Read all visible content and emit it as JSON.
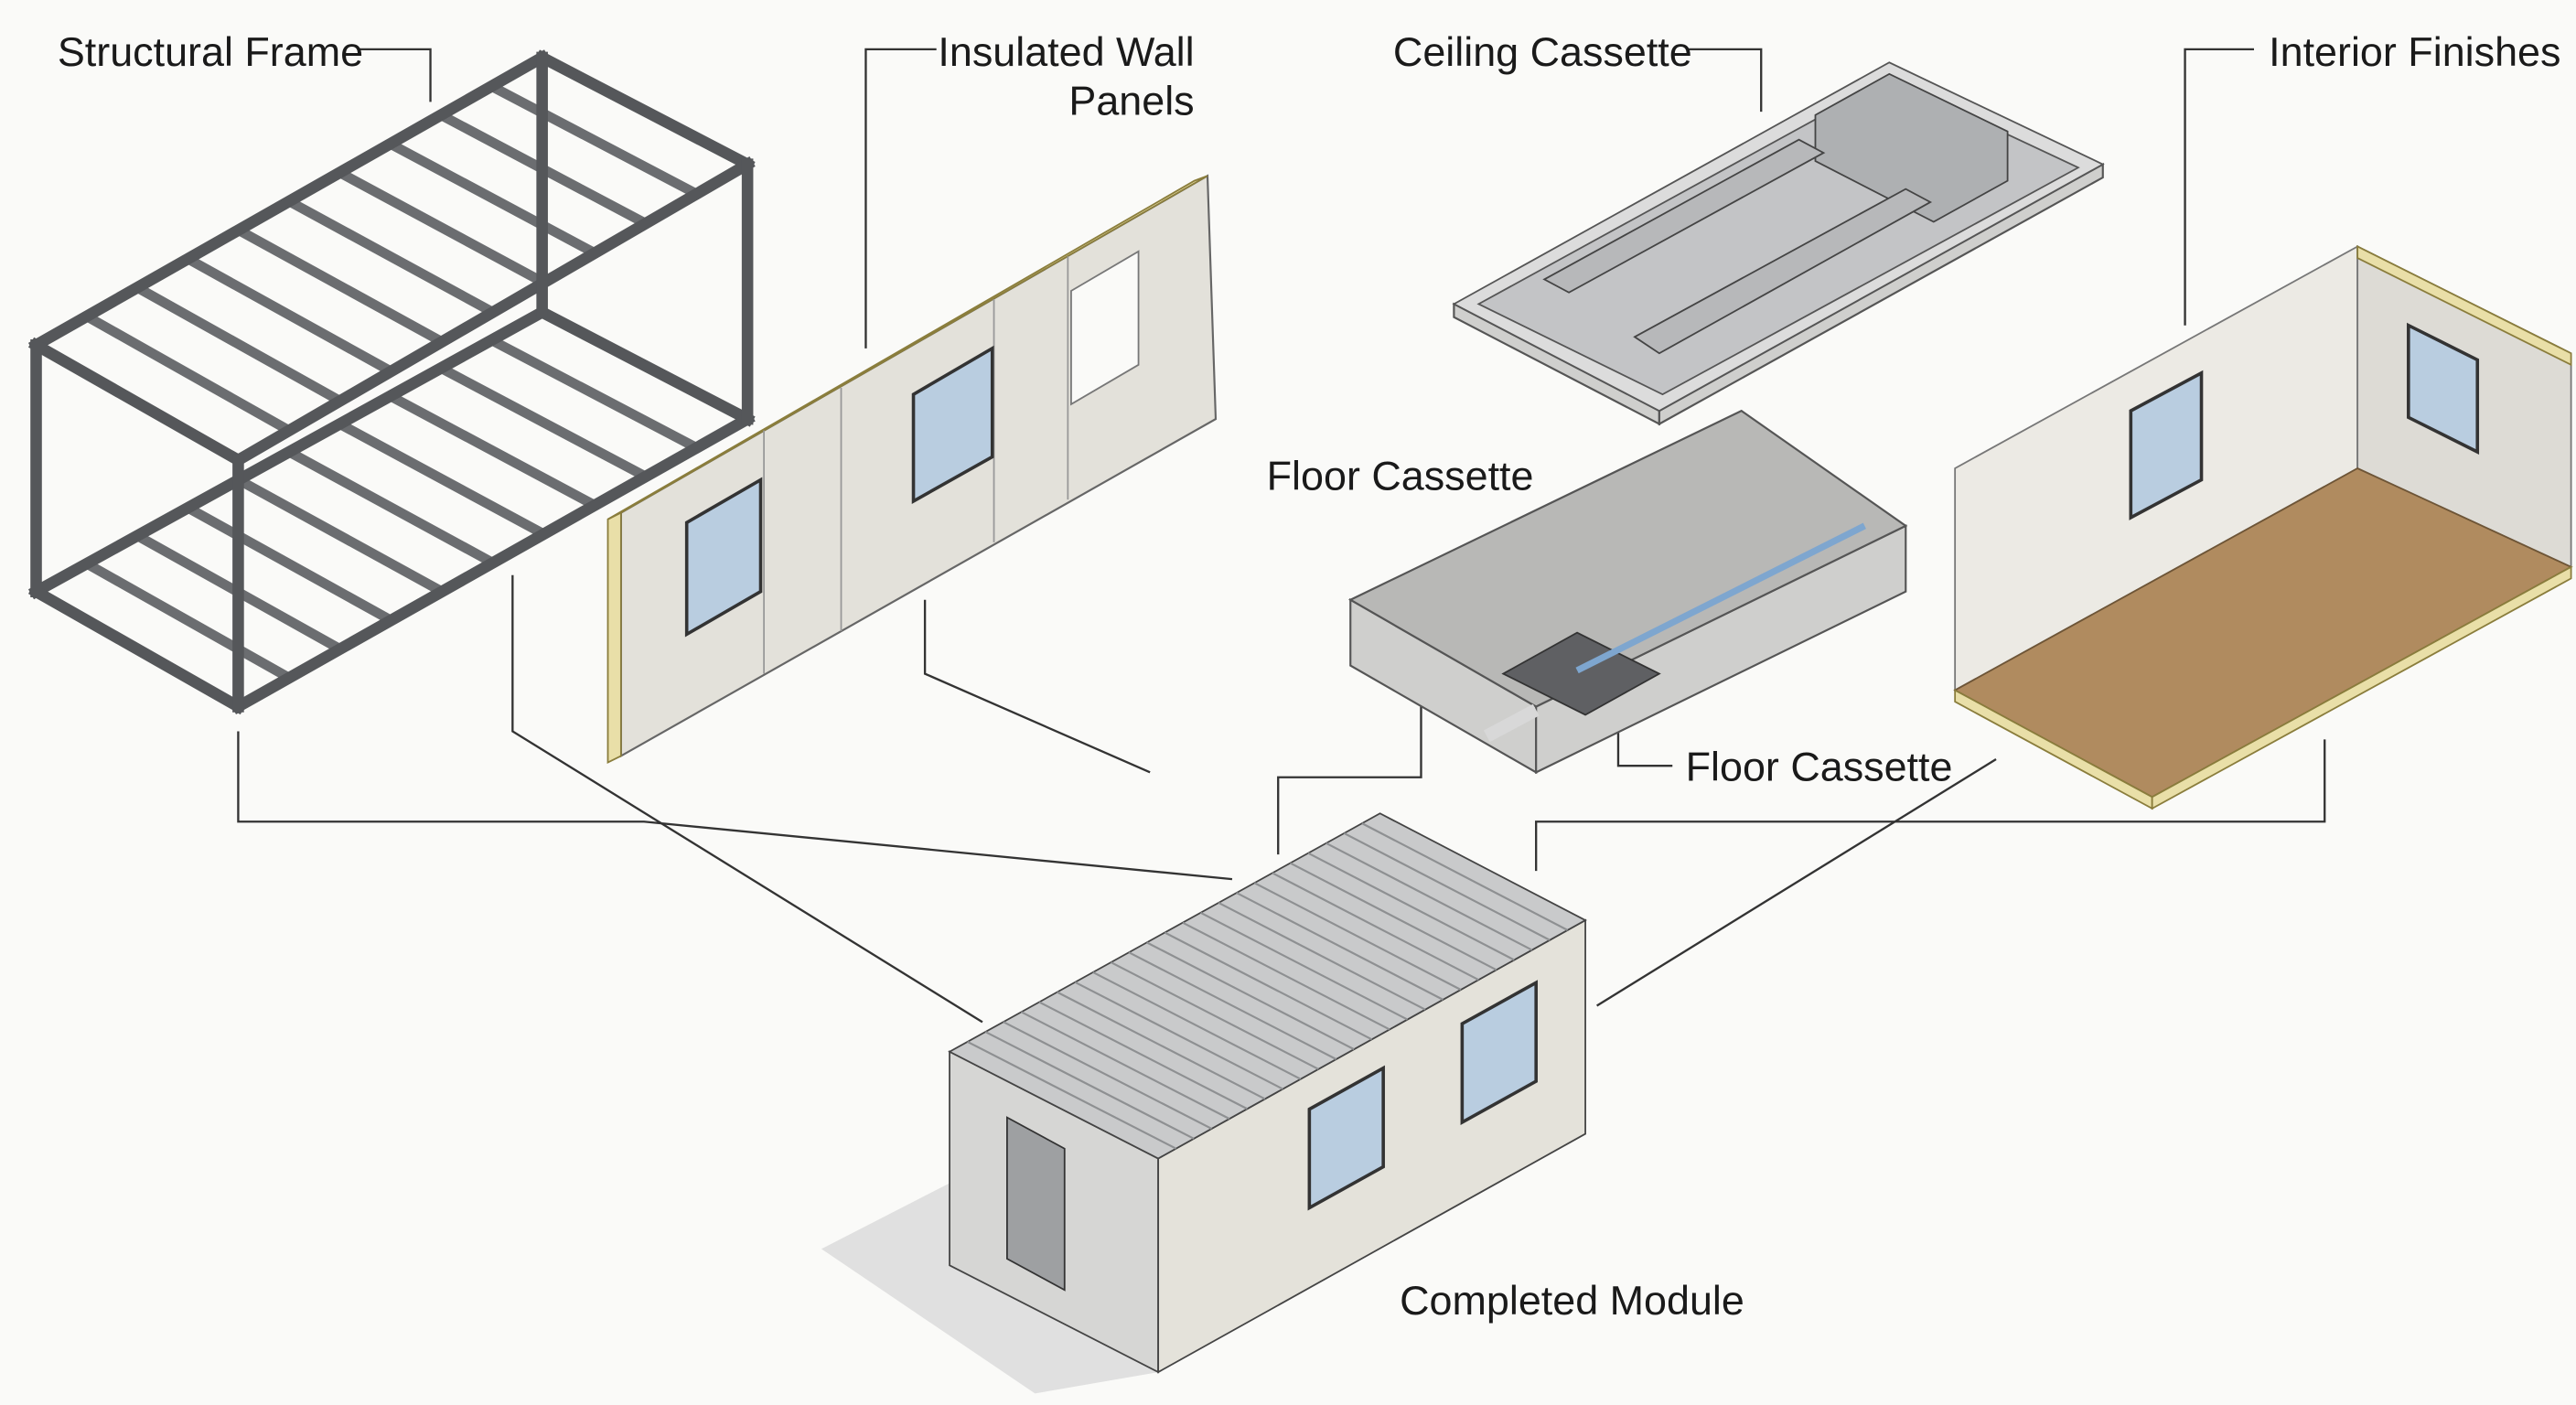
{
  "diagram": {
    "labels": {
      "structural_frame": "Structural Frame",
      "insulated_wall_panels_line1": "Insulated Wall",
      "insulated_wall_panels_line2": "Panels",
      "ceiling_cassette": "Ceiling Cassette",
      "interior_finishes": "Interior Finishes",
      "floor_cassette_top": "Floor Cassette",
      "floor_cassette_bottom": "Floor Cassette",
      "completed_module": "Completed Module"
    },
    "colors": {
      "background": "#fafaf8",
      "steel": "#8d8f92",
      "panel": "#e3e1da",
      "insulation_edge": "#e9dfa8",
      "floor_wood": "#b08b5f",
      "concrete": "#b8b8b6",
      "glass": "#b9cde0"
    }
  }
}
